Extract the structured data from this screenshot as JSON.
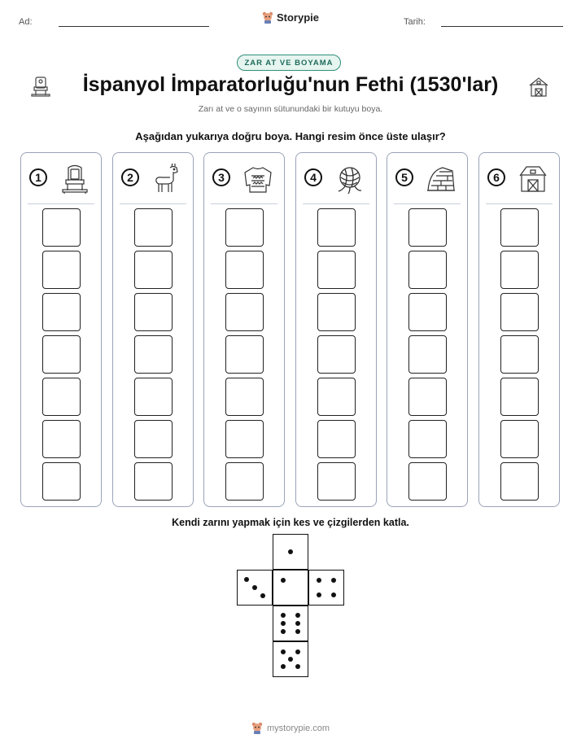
{
  "header": {
    "name_label": "Ad:",
    "date_label": "Tarih:",
    "logo_text": "Storypie"
  },
  "badge": "ZAR AT VE BOYAMA",
  "title": "İspanyol İmparatorluğu'nun Fethi (1530'lar)",
  "subtitle": "Zarı at ve o sayının sütunundaki bir kutuyu boya.",
  "instruction": "Aşağıdan yukarıya doğru boya. Hangi resim önce üste ulaşır?",
  "columns": [
    {
      "number": "1",
      "icon": "throne-icon"
    },
    {
      "number": "2",
      "icon": "llama-icon"
    },
    {
      "number": "3",
      "icon": "sweater-icon"
    },
    {
      "number": "4",
      "icon": "yarn-icon"
    },
    {
      "number": "5",
      "icon": "igloo-icon"
    },
    {
      "number": "6",
      "icon": "barn-icon"
    }
  ],
  "boxes_per_column": 7,
  "cut_instruction": "Kendi zarını yapmak için kes ve çizgilerden katla.",
  "die_faces": [
    1,
    3,
    1,
    4,
    6,
    5
  ],
  "footer": "mystorypie.com",
  "colors": {
    "badge_border": "#2f8f7a",
    "badge_bg": "#e6f5f0",
    "column_border": "#9aa3b8"
  }
}
